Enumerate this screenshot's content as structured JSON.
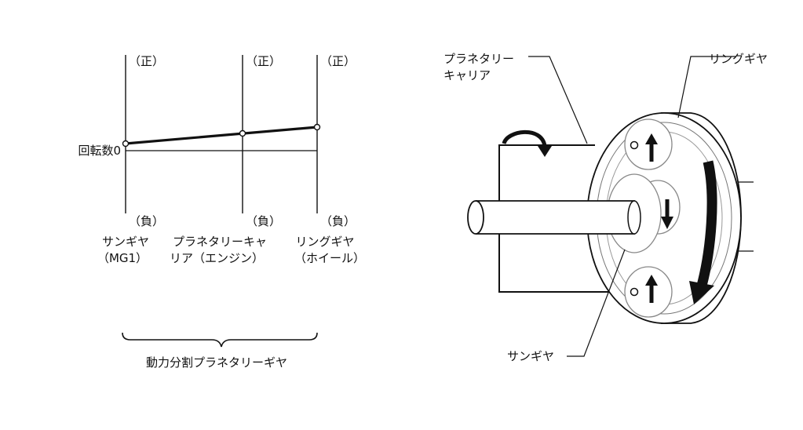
{
  "nomograph": {
    "positive_mark": "（正）",
    "negative_mark": "（負）",
    "zero_label": "回転数0",
    "axes": [
      {
        "name_line1": "サンギヤ",
        "name_line2": "（MG1）"
      },
      {
        "name_line1": "プラネタリーキャ",
        "name_line2": "リア（エンジン）"
      },
      {
        "name_line1": "リングギヤ",
        "name_line2": "（ホイール）"
      }
    ],
    "group_label": "動力分割プラネタリーギヤ"
  },
  "gearset": {
    "carrier_label_line1": "プラネタリー",
    "carrier_label_line2": "キャリア",
    "ring_label": "リングギヤ",
    "sun_label": "サンギヤ"
  }
}
